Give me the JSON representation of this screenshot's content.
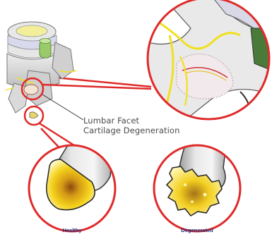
{
  "callout": {
    "line1": "Lumbar Facet",
    "line2": "Cartilage Degeneration"
  },
  "panels": {
    "healthy_label": "Healthy",
    "degenerated_label": "Degenerated"
  },
  "colors": {
    "circle_red": "#e02a2a",
    "nerve_yellow": "#f0e020",
    "bone_gray": "#d6d6d6",
    "cartilage_yellow": "#f4d21a",
    "cartilage_core": "#8b4a10",
    "label_blue": "#1e2d7a"
  }
}
